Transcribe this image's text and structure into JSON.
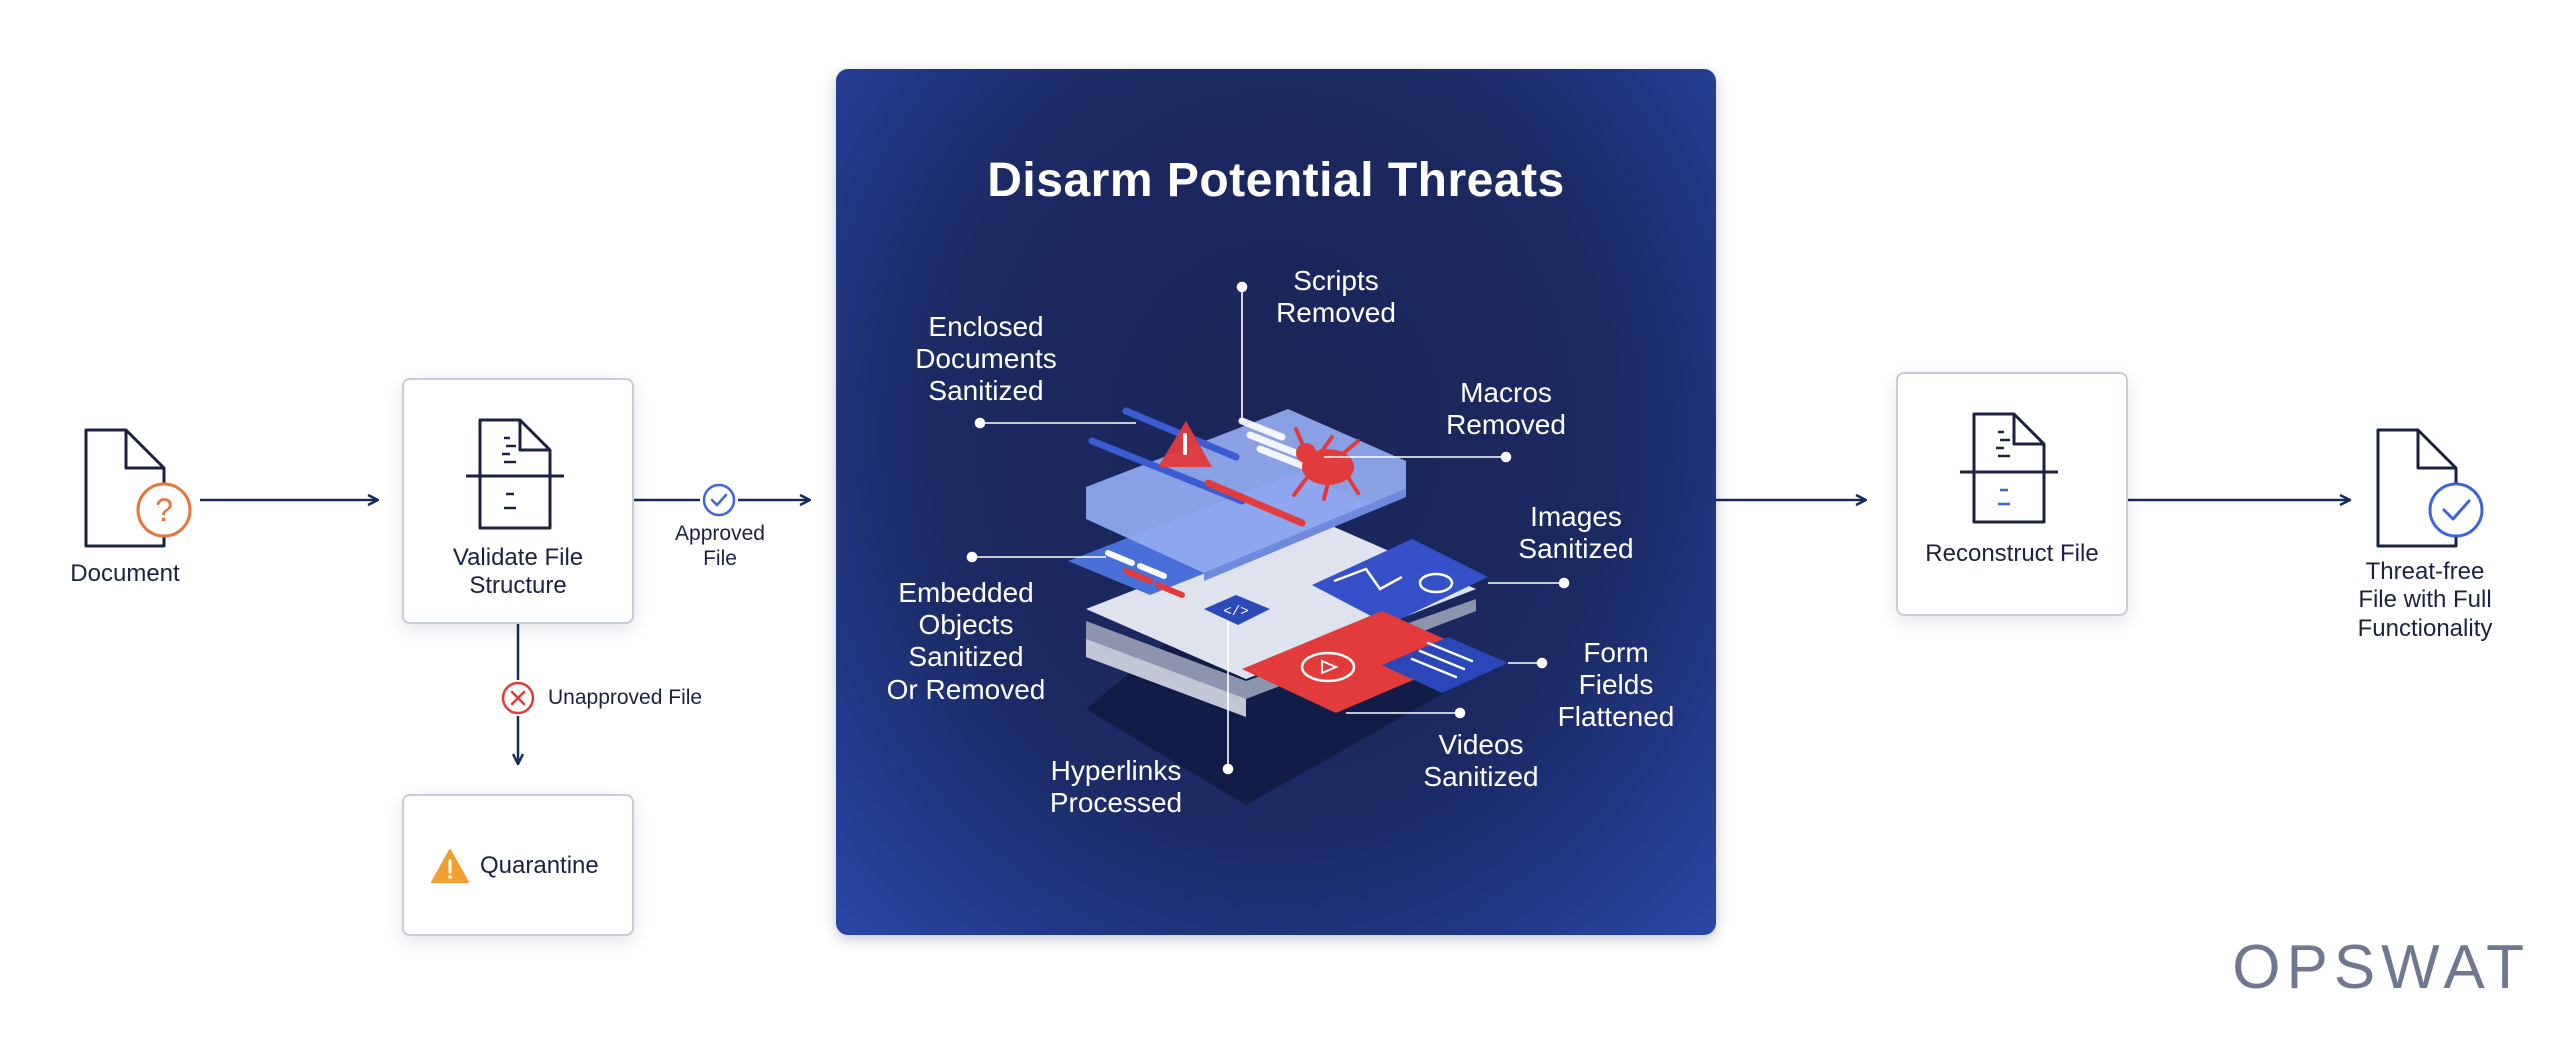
{
  "nodes": {
    "document": "Document",
    "validate": [
      "Validate File",
      "Structure"
    ],
    "approved": [
      "Approved",
      "File"
    ],
    "unapproved": "Unapproved File",
    "quarantine": "Quarantine",
    "reconstruct": "Reconstruct File",
    "threat_free": [
      "Threat-free",
      "File with Full",
      "Functionality"
    ]
  },
  "panel": {
    "title": "Disarm Potential Threats",
    "labels": {
      "scripts": [
        "Scripts",
        "Removed"
      ],
      "enclosed": [
        "Enclosed",
        "Documents",
        "Sanitized"
      ],
      "macros": [
        "Macros",
        "Removed"
      ],
      "images": [
        "Images",
        "Sanitized"
      ],
      "embedded": [
        "Embedded",
        "Objects",
        "Sanitized",
        "Or Removed"
      ],
      "form_fields": [
        "Form",
        "Fields",
        "Flattened"
      ],
      "hyperlinks": [
        "Hyperlinks",
        "Processed"
      ],
      "videos": [
        "Videos",
        "Sanitized"
      ]
    }
  },
  "brand": "OPSWAT",
  "icons": {
    "document": "document-question-icon",
    "validate": "file-scan-icon",
    "approved": "check-circle-icon",
    "unapproved": "x-circle-icon",
    "quarantine": "warning-triangle-icon",
    "reconstruct": "file-scan-icon",
    "threat_free": "document-check-icon"
  },
  "colors": {
    "navy": "#1b2240",
    "orange": "#e8743b",
    "red": "#e23b3b",
    "blue": "#3f63d9",
    "panel": "#1b2a63",
    "warning": "#f0a030",
    "brand_gray": "#6f7791"
  }
}
